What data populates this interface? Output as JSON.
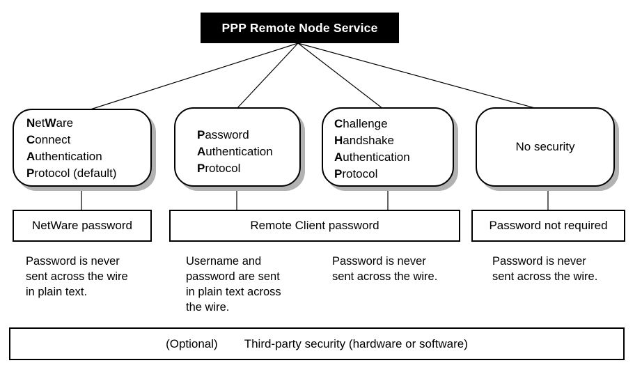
{
  "title": {
    "label": "PPP Remote Node Service"
  },
  "auth_nodes": [
    {
      "name": "NetWare Connect Authentication Protocol (default)",
      "lines": [
        [
          {
            "t": "N",
            "b": true
          },
          {
            "t": "et"
          },
          {
            "t": "W",
            "b": true
          },
          {
            "t": "are"
          }
        ],
        [
          {
            "t": "C",
            "b": true
          },
          {
            "t": "onnect"
          }
        ],
        [
          {
            "t": "A",
            "b": true
          },
          {
            "t": "uthentication"
          }
        ],
        [
          {
            "t": "P",
            "b": true
          },
          {
            "t": "rotocol (default)"
          }
        ]
      ]
    },
    {
      "name": "Password Authentication Protocol",
      "lines": [
        [
          {
            "t": "P",
            "b": true
          },
          {
            "t": "assword"
          }
        ],
        [
          {
            "t": "A",
            "b": true
          },
          {
            "t": "uthentication"
          }
        ],
        [
          {
            "t": "P",
            "b": true
          },
          {
            "t": "rotocol"
          }
        ]
      ]
    },
    {
      "name": "Challenge Handshake Authentication Protocol",
      "lines": [
        [
          {
            "t": "C",
            "b": true
          },
          {
            "t": "hallenge"
          }
        ],
        [
          {
            "t": "H",
            "b": true
          },
          {
            "t": "andshake"
          }
        ],
        [
          {
            "t": "A",
            "b": true
          },
          {
            "t": "uthentication"
          }
        ],
        [
          {
            "t": "P",
            "b": true
          },
          {
            "t": "rotocol"
          }
        ]
      ]
    },
    {
      "name": "No security",
      "lines": [
        [
          {
            "t": "No security"
          }
        ]
      ]
    }
  ],
  "password_boxes": [
    {
      "label": "NetWare password"
    },
    {
      "label": "Remote Client password"
    },
    {
      "label": "Password not required"
    }
  ],
  "notes": [
    [
      "Password is never",
      "sent across the wire",
      "in plain text."
    ],
    [
      "Username and",
      "password are sent",
      "in plain text across",
      "the wire."
    ],
    [
      "Password is never",
      "sent across the wire."
    ],
    [
      "Password is never",
      "sent across the wire."
    ]
  ],
  "optional_box": {
    "prefix": "(Optional)",
    "label": "Third-party security (hardware or software)"
  },
  "colors": {
    "title_bg": "#000000",
    "title_fg": "#ffffff",
    "node_border": "#000000",
    "node_shadow": "#b2b2b2",
    "connector": "#000000",
    "background": "#ffffff"
  }
}
